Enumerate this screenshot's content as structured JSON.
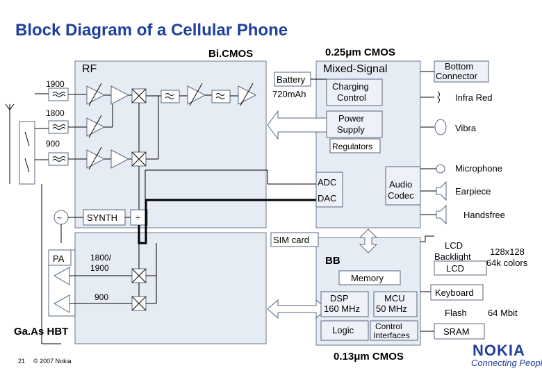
{
  "title": "Block Diagram of a Cellular Phone",
  "sections": {
    "bicmos": "Bi.CMOS",
    "rf": "RF",
    "cmos025": "0.25μm CMOS",
    "mixed_signal": "Mixed-Signal",
    "gaas": "Ga.As HBT",
    "bb": "BB",
    "cmos013": "0.13μm CMOS"
  },
  "rf": {
    "band_1900": "1900",
    "band_1800": "1800",
    "band_900": "900",
    "synth": "SYNTH",
    "divider": "÷",
    "vco": "~"
  },
  "pa": {
    "label": "PA",
    "band_1800_1900": "1800/\n1900",
    "band_1800_1900_lines": [
      "1800/",
      "1900"
    ],
    "band_900": "900"
  },
  "battery": {
    "label": "Battery",
    "capacity": "720mAh"
  },
  "mixed": {
    "charging": [
      "Charging",
      "Control"
    ],
    "power_supply": [
      "Power",
      "Supply"
    ],
    "regulators": "Regulators",
    "adc": "ADC",
    "dac": "DAC",
    "audio_codec": [
      "Audio",
      "Codec"
    ],
    "sim_card": "SIM card"
  },
  "baseband": {
    "memory": "Memory",
    "dsp": [
      "DSP",
      "160 MHz"
    ],
    "mcu": [
      "MCU",
      "50 MHz"
    ],
    "logic": "Logic",
    "control_interfaces": [
      "Control",
      "Interfaces"
    ]
  },
  "peripherals": {
    "bottom_connector": [
      "Bottom",
      "Connector"
    ],
    "infra_red": "Infra Red",
    "vibra": "Vibra",
    "microphone": "Microphone",
    "earpiece": "Earpiece",
    "handsfree": "Handsfree",
    "lcd_backlight": [
      "LCD",
      "Backlight"
    ],
    "lcd": "LCD",
    "lcd_spec": [
      "128x128",
      "64k colors"
    ],
    "keyboard": "Keyboard",
    "flash": "Flash",
    "flash_size": "64 Mbit",
    "sram": "SRAM"
  },
  "footer": {
    "page": "21",
    "copyright": "© 2007 Nokia",
    "brand": "NOKIA",
    "tagline": "Connecting People"
  }
}
